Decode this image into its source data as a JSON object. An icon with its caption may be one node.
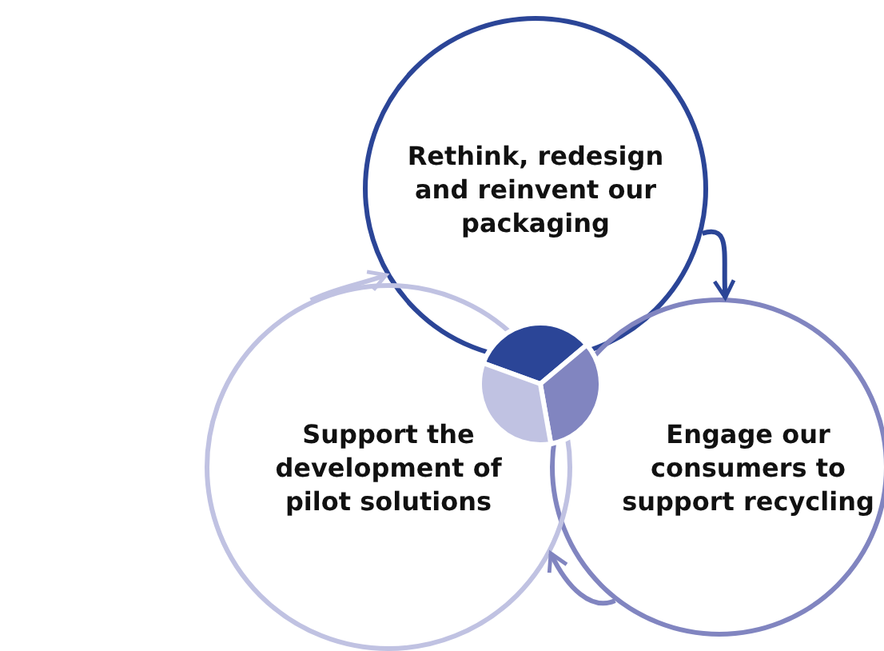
{
  "diagram": {
    "nodes": [
      {
        "text": [
          "Rethink, redesign and reinvent our packaging"
        ]
      },
      {
        "text": [
          "Engage our consumers to support recycling"
        ]
      },
      {
        "text": [
          "Support the development of pilot solutions"
        ]
      }
    ],
    "edges": [
      {
        "from": 0,
        "to": 1,
        "arrow": "to",
        "color": "#2b4597"
      },
      {
        "from": 1,
        "to": 2,
        "arrow": "to",
        "color": "#8185c0"
      },
      {
        "from": 2,
        "to": 0,
        "arrow": "to",
        "color": "#c0c2e2"
      }
    ]
  }
}
